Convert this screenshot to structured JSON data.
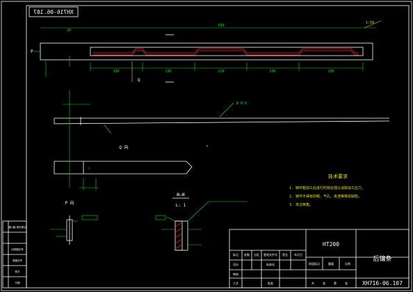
{
  "drawing": {
    "number": "XH716-06.107",
    "number_mirrored": "XH716-06.107",
    "material": "HT200",
    "part_name": "后镶条",
    "view_p": "P 向",
    "view_q": "Q 向",
    "section_label": "Ⅲ—Ⅲ",
    "scale_label": "L: 1",
    "tech_title": "技术要求",
    "tech_items": [
      "1. 铸件粗加工后进行时效处理以消除加工应力。",
      "2. 铸件不得有砂眼、气孔、夹渣等铸造缺陷。",
      "3. 未注倒角。"
    ],
    "dims": {
      "top_total": "590",
      "d1": "130",
      "d2": "130",
      "d3": "210",
      "d4": "130",
      "d5": "130",
      "left_small": "20",
      "slope": "1:50"
    }
  },
  "title_block": {
    "row_labels": [
      "标记",
      "设计",
      "审核",
      "工艺"
    ],
    "col_labels": [
      "处数",
      "分区",
      "更改文件号",
      "签名",
      "年月日"
    ],
    "stage_labels": [
      "阶段标记",
      "重量",
      "比例"
    ],
    "bottom_labels": [
      "共",
      "张",
      "第",
      "张"
    ],
    "approve": "批准",
    "std": "标准化"
  },
  "side_table": {
    "rows": [
      "借(通)用件登记",
      "",
      "旧底图总号",
      "底图总号",
      "签字",
      "日期"
    ]
  }
}
